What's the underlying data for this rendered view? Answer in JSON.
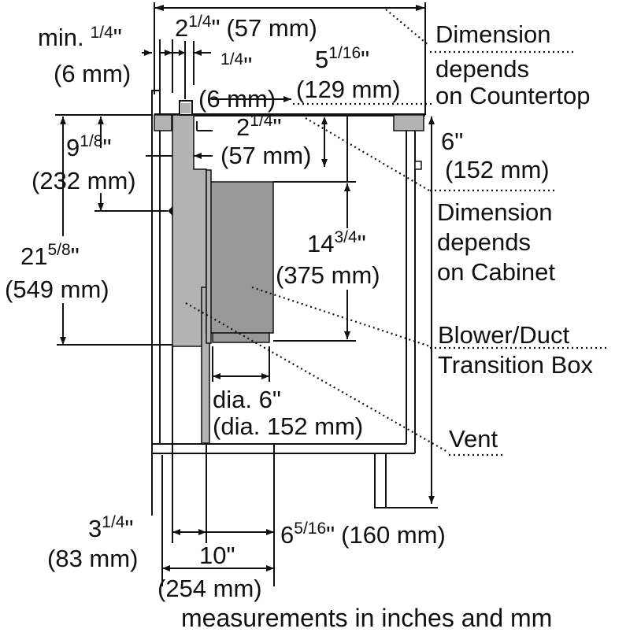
{
  "colors": {
    "ink": "#111111",
    "panel_gray": "#b3b3b3",
    "blower_gray": "#999999",
    "background": "#ffffff"
  },
  "dimensions": {
    "min_gap": {
      "prefix": "min.",
      "num": "1",
      "den": "4",
      "unit": "\"",
      "metric": "(6 mm)"
    },
    "top_width": {
      "whole": "2",
      "num": "1",
      "den": "4",
      "unit": "\"",
      "metric": "(57 mm)"
    },
    "quarter": {
      "num": "1",
      "den": "4",
      "unit": "\"",
      "metric": "(6 mm)"
    },
    "five_sixteenths": {
      "whole": "5",
      "num": "1",
      "den": "16",
      "unit": "\"",
      "metric": "(129 mm)"
    },
    "inner_offset": {
      "whole": "2",
      "num": "1",
      "den": "4",
      "unit": "\"",
      "metric": "(57 mm)"
    },
    "nine_eighth": {
      "whole": "9",
      "num": "1",
      "den": "8",
      "unit": "\"",
      "metric": "(232 mm)"
    },
    "twentyone": {
      "whole": "21",
      "num": "5",
      "den": "8",
      "unit": "\"",
      "metric": "(549 mm)"
    },
    "fourteen": {
      "whole": "14",
      "num": "3",
      "den": "4",
      "unit": "\"",
      "metric": "(375 mm)"
    },
    "six_height": {
      "value": "6\"",
      "metric": "(152 mm)"
    },
    "duct_dia": {
      "value": "dia. 6\"",
      "metric": "(dia. 152 mm)"
    },
    "three_quarter": {
      "whole": "3",
      "num": "1",
      "den": "4",
      "unit": "\"",
      "metric": "(83 mm)"
    },
    "ten": {
      "value": "10\"",
      "metric": "(254 mm)"
    },
    "six_five_sixteenths": {
      "whole": "6",
      "num": "5",
      "den": "16",
      "unit": "\"",
      "metric": "(160 mm)"
    }
  },
  "callouts": {
    "countertop": [
      "Dimension",
      "depends",
      "on Countertop"
    ],
    "cabinet": [
      "Dimension",
      "depends",
      "on Cabinet"
    ],
    "blower": [
      "Blower/Duct",
      "Transition Box"
    ],
    "vent": "Vent"
  },
  "caption": "measurements in inches and mm"
}
